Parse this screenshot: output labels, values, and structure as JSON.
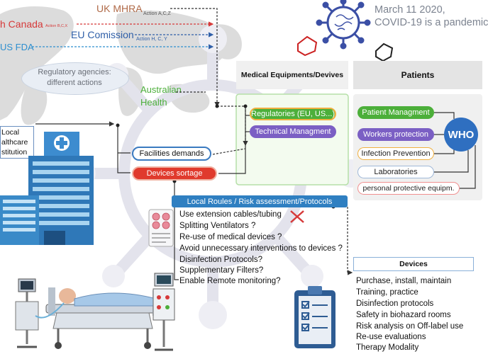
{
  "agencies": {
    "uk": "UK MHRA",
    "uk_action": "Action A,C,Z",
    "health_canada": "h Canada",
    "health_canada_action": "Action B,C,X",
    "eu": "EU Comission",
    "eu_action": "Action H, C, Y",
    "us": "US FDA",
    "australia_1": "Australian",
    "australia_2": "Health",
    "regulatory_1": "Regulatory agencies:",
    "regulatory_2": "different actions"
  },
  "pandemic": {
    "line1": "March 11 2020,",
    "line2": "COVID-19 is a pandemic"
  },
  "local_health": {
    "line1": "Local",
    "line2": "althcare",
    "line3": "stitution"
  },
  "med_equip": {
    "title": "Medical Equipments/Devives",
    "regulatories": "Regulatories (EU, US...)",
    "technical": "Technical Managment"
  },
  "patients": {
    "title": "Patients",
    "items": [
      "Patient Managment",
      "Workers protection",
      "Infection Prevention",
      "Laboratories",
      "personal protective equipm."
    ],
    "who": "WHO"
  },
  "facilities": "Facilities demands",
  "devices_shortage": "Devices sortage",
  "local_rules": {
    "title": "Local Roules / Risk assessment/Protocols",
    "items": [
      "Use extension cables/tubing",
      "Splitting Ventilators ?",
      "Re-use of medical devices ?",
      "Avoid unnecessary interventions to devices ?",
      "Disinfection Protocols?",
      "Supplementary Filters?",
      "Enable Remote monitoring?"
    ]
  },
  "devices_box": {
    "title": "Devices",
    "items": [
      "Purchase, install, maintain",
      "Training, practice",
      "Disinfection protocols",
      "Safety in biohazard rooms",
      "Risk analysis on Off-label use",
      "Re-use evaluations",
      "Therapy Modality"
    ]
  },
  "colors": {
    "green_pill": "#4caf3a",
    "purple_pill": "#7b5fc4",
    "red_pill": "#e03a2d",
    "blue_bar": "#2f7fc1",
    "who": "#2f6fc0",
    "orange_border": "#f0b040"
  }
}
